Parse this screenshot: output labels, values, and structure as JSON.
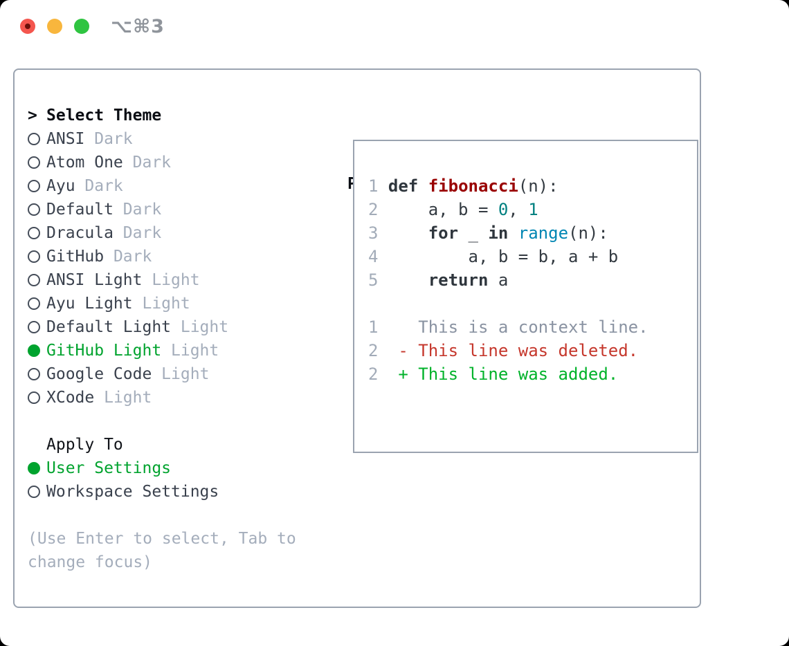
{
  "titlebar": {
    "title": "⌥⌘3",
    "buttons": [
      "close",
      "minimize",
      "zoom"
    ]
  },
  "left_panel": {
    "header": {
      "prompt": ">",
      "label": "Select Theme"
    },
    "themes": [
      {
        "name": "ANSI",
        "variant": "Dark",
        "selected": false
      },
      {
        "name": "Atom One",
        "variant": "Dark",
        "selected": false
      },
      {
        "name": "Ayu",
        "variant": "Dark",
        "selected": false
      },
      {
        "name": "Default",
        "variant": "Dark",
        "selected": false
      },
      {
        "name": "Dracula",
        "variant": "Dark",
        "selected": false
      },
      {
        "name": "GitHub",
        "variant": "Dark",
        "selected": false
      },
      {
        "name": "ANSI Light",
        "variant": "Light",
        "selected": false
      },
      {
        "name": "Ayu Light",
        "variant": "Light",
        "selected": false
      },
      {
        "name": "Default Light",
        "variant": "Light",
        "selected": false
      },
      {
        "name": "GitHub Light",
        "variant": "Light",
        "selected": true
      },
      {
        "name": "Google Code",
        "variant": "Light",
        "selected": false
      },
      {
        "name": "XCode",
        "variant": "Light",
        "selected": false
      }
    ],
    "apply_to": {
      "label": "Apply To",
      "options": [
        {
          "label": "User Settings",
          "selected": true
        },
        {
          "label": "Workspace Settings",
          "selected": false
        }
      ]
    },
    "hint_lines": [
      "(Use Enter to select, Tab to",
      "change focus)"
    ]
  },
  "preview": {
    "heading": "Preview",
    "lines": [
      {
        "tokens": [
          [
            "1",
            "ln"
          ],
          [
            " ",
            "pl"
          ],
          [
            "def",
            "kw"
          ],
          [
            " ",
            "pl"
          ],
          [
            "fibonacci",
            "title"
          ],
          [
            "(n):",
            "pl"
          ]
        ]
      },
      {
        "tokens": [
          [
            "2",
            "ln"
          ],
          [
            "     a, b = ",
            "pl"
          ],
          [
            "0",
            "num"
          ],
          [
            ", ",
            "pl"
          ],
          [
            "1",
            "num"
          ]
        ]
      },
      {
        "tokens": [
          [
            "3",
            "ln"
          ],
          [
            "     ",
            "pl"
          ],
          [
            "for",
            "kw"
          ],
          [
            " _ ",
            "pl"
          ],
          [
            "in",
            "kw"
          ],
          [
            " ",
            "pl"
          ],
          [
            "range",
            "bi"
          ],
          [
            "(n):",
            "pl"
          ]
        ]
      },
      {
        "tokens": [
          [
            "4",
            "ln"
          ],
          [
            "         a, b = b, a + b",
            "pl"
          ]
        ]
      },
      {
        "tokens": [
          [
            "5",
            "ln"
          ],
          [
            "     ",
            "pl"
          ],
          [
            "return",
            "kw"
          ],
          [
            " a",
            "pl"
          ]
        ]
      },
      {
        "tokens": []
      },
      {
        "tokens": [
          [
            "1",
            "ln"
          ],
          [
            "    This is a context line.",
            "ctx"
          ]
        ]
      },
      {
        "tokens": [
          [
            "2",
            "ln"
          ],
          [
            "  - This line was deleted.",
            "del"
          ]
        ]
      },
      {
        "tokens": [
          [
            "2",
            "ln"
          ],
          [
            "  + This line was added.",
            "add"
          ]
        ]
      }
    ]
  },
  "colors": {
    "panel_border": "#9aa3b0",
    "selected_green": "#00a32e",
    "added_green": "#00b22a",
    "deleted_red": "#c5372c",
    "number_teal": "#008080",
    "builtin_blue": "#0086b3",
    "title_red": "#990000",
    "dim_gray": "#a4adbb",
    "traffic_red": "#f4564e",
    "traffic_yellow": "#f8b63d",
    "traffic_green": "#2fc441"
  }
}
